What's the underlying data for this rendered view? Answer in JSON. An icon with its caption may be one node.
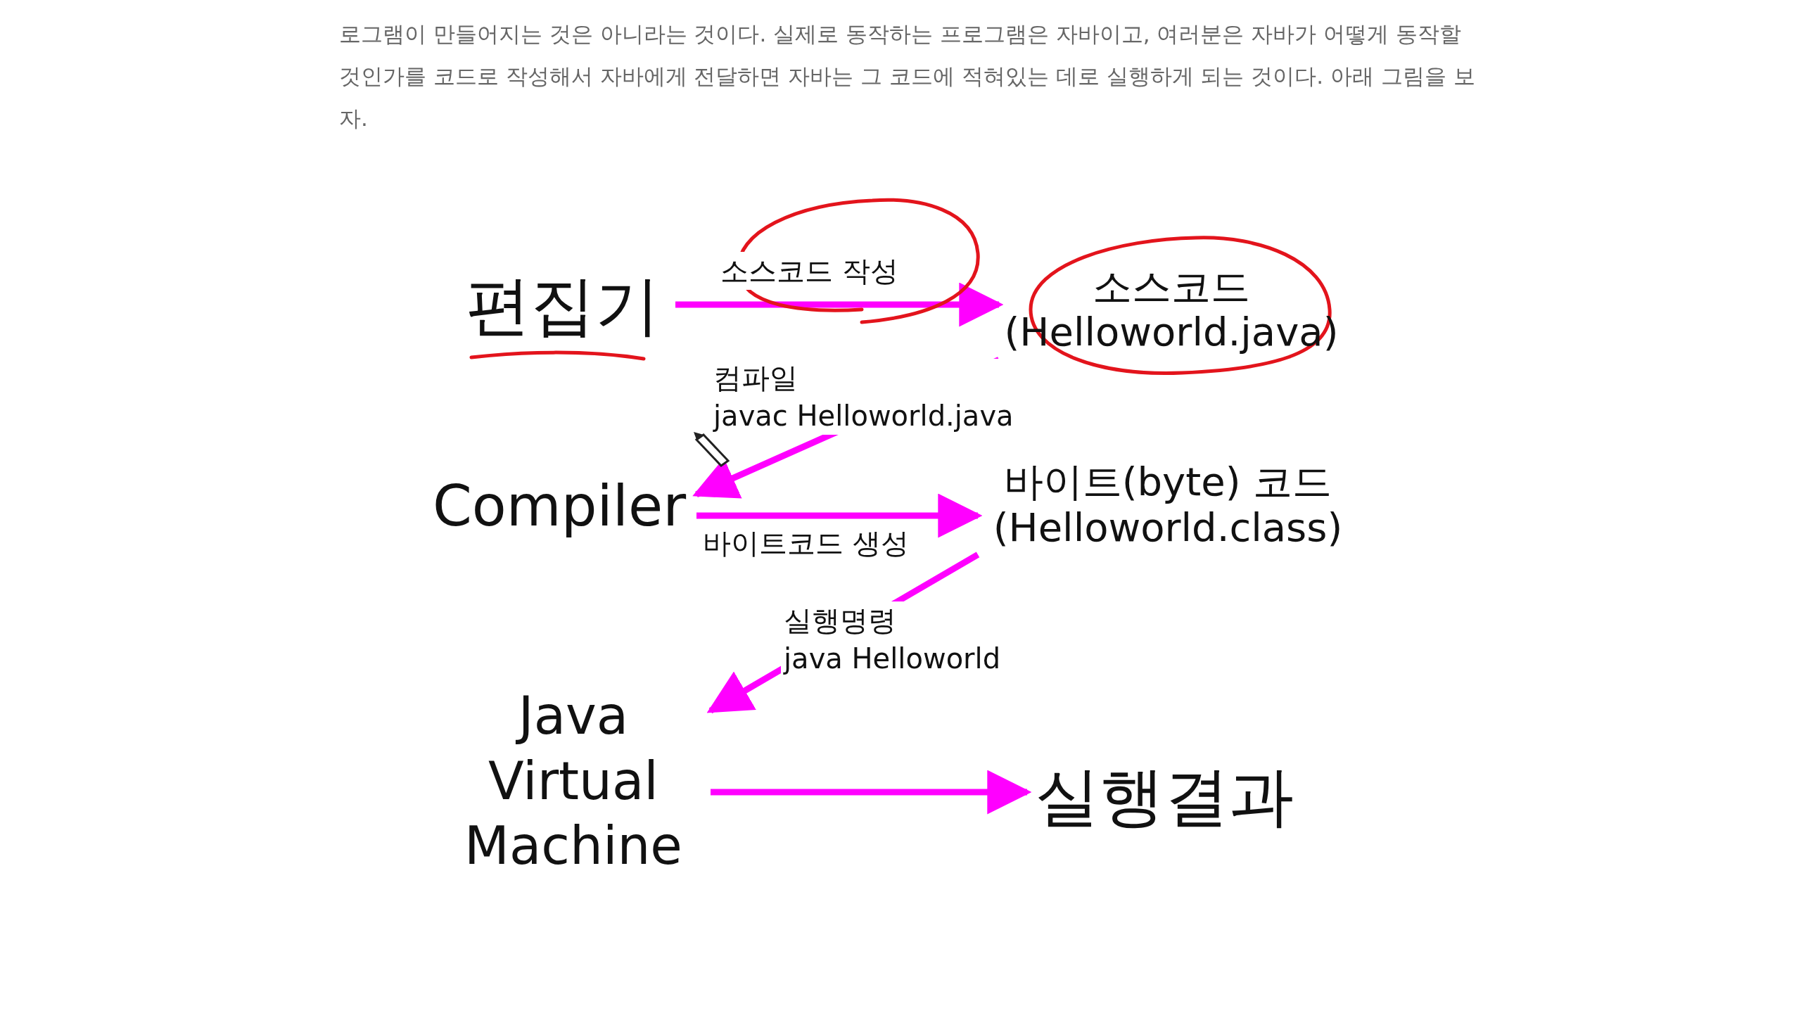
{
  "diagram": {
    "nodes": [
      {
        "text": [
          "편집기"
        ]
      },
      {
        "text": [
          "소스코드",
          "(Helloworld.java)"
        ]
      },
      {
        "text": [
          "Compiler"
        ]
      },
      {
        "text": [
          "바이트(byte) 코드",
          "(Helloworld.class)"
        ]
      },
      {
        "text": [
          "Java Virtual Machine"
        ]
      },
      {
        "text": [
          "실행결과"
        ]
      }
    ],
    "edges": [
      {
        "from": 0,
        "to": 1,
        "arrow": "to",
        "label": "소스코드 작성"
      },
      {
        "from": 1,
        "to": 2,
        "arrow": "to",
        "label": "컴파일 javac Helloworld.java"
      },
      {
        "from": 2,
        "to": 3,
        "arrow": "to",
        "label": "바이트코드 생성"
      },
      {
        "from": 3,
        "to": 4,
        "arrow": "to",
        "label": "실행명령 java Helloworld"
      },
      {
        "from": 4,
        "to": 5,
        "arrow": "to"
      }
    ],
    "labels": [
      "로그램이 만들어지는 것은 아니라는 것이다. 실제로 동작하는 프로그램은 자바이고, 여러분은 자바가 어떻게 동작할 것인가를 코드로 작성해서 자바에게 전달하면 자바는 그 코드에 적혀있는 데로 실행하게 되는 것이다. 아래 그림을 보자."
    ]
  }
}
